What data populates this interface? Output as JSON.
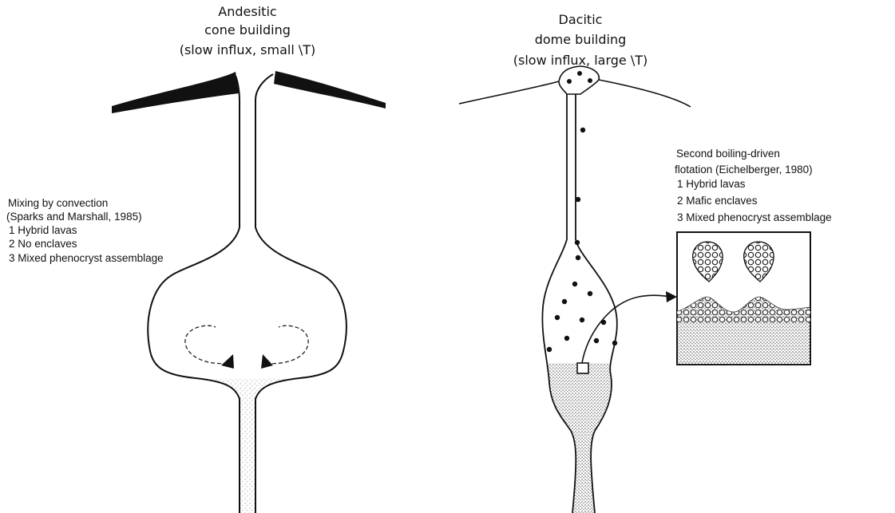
{
  "left_model": {
    "title": [
      "Andesitic",
      "cone building",
      "(slow influx, small \\T)"
    ],
    "notes": [
      "Mixing by convection",
      "(Sparks and Marshall, 1985)",
      "1  Hybrid lavas",
      "2  No enclaves",
      "3  Mixed phenocryst assemblage"
    ]
  },
  "right_model": {
    "title": [
      "Dacitic",
      "dome building",
      "(slow influx, large \\T)"
    ],
    "notes": [
      "Second boiling-driven",
      "flotation (Eichelberger, 1980)",
      "1  Hybrid lavas",
      "2  Mafic enclaves",
      "3  Mixed phenocryst assemblage"
    ]
  },
  "colors": {
    "ink": "#111111",
    "paper": "#ffffff",
    "stipple": "#8a8a8a"
  }
}
